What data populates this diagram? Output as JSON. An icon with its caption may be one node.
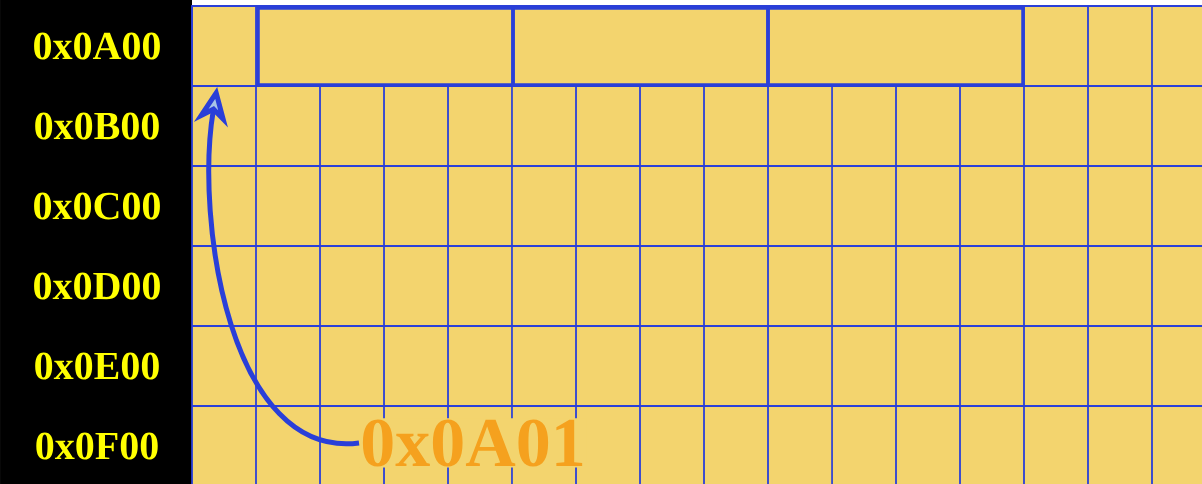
{
  "diagram": {
    "nodes": [
      {
        "text": [
          "0x0A01"
        ]
      },
      {
        "text": [],
        "shape": "box"
      },
      {
        "text": [],
        "shape": "box"
      },
      {
        "text": [],
        "shape": "box"
      },
      {
        "text": [],
        "shape": "box"
      }
    ],
    "edges": [
      {
        "from": 0,
        "to": 1,
        "arrow": "to"
      }
    ],
    "labels": [
      "0x0A00",
      "0x0B00",
      "0x0C00",
      "0x0D00",
      "0x0E00",
      "0x0F00"
    ]
  }
}
